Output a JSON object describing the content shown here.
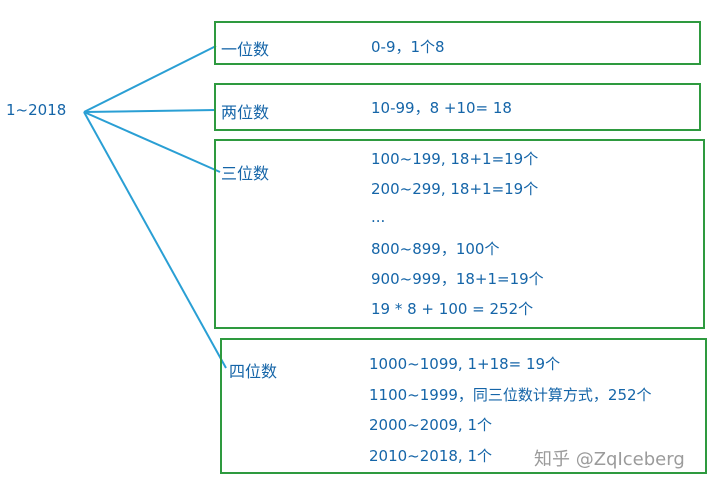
{
  "root": {
    "label": "1~2018"
  },
  "groups": [
    {
      "title": "一位数",
      "lines": [
        "0-9，1个8"
      ]
    },
    {
      "title": "两位数",
      "lines": [
        "10-99，8 +10=  18"
      ]
    },
    {
      "title": "三位数",
      "lines": [
        "100~199, 18+1=19个",
        "200~299, 18+1=19个",
        "...",
        "800~899，100个",
        "900~999，18+1=19个",
        "19 * 8 + 100 = 252个"
      ]
    },
    {
      "title": "四位数",
      "lines": [
        "1000~1099, 1+18= 19个",
        "1100~1999，同三位数计算方式，252个",
        "2000~2009, 1个",
        "2010~2018, 1个"
      ]
    }
  ],
  "watermark": "知乎 @ZqIceberg",
  "colors": {
    "box_border": "#2e9a3f",
    "connector": "#2a9fd4",
    "text": "#1565a8"
  }
}
